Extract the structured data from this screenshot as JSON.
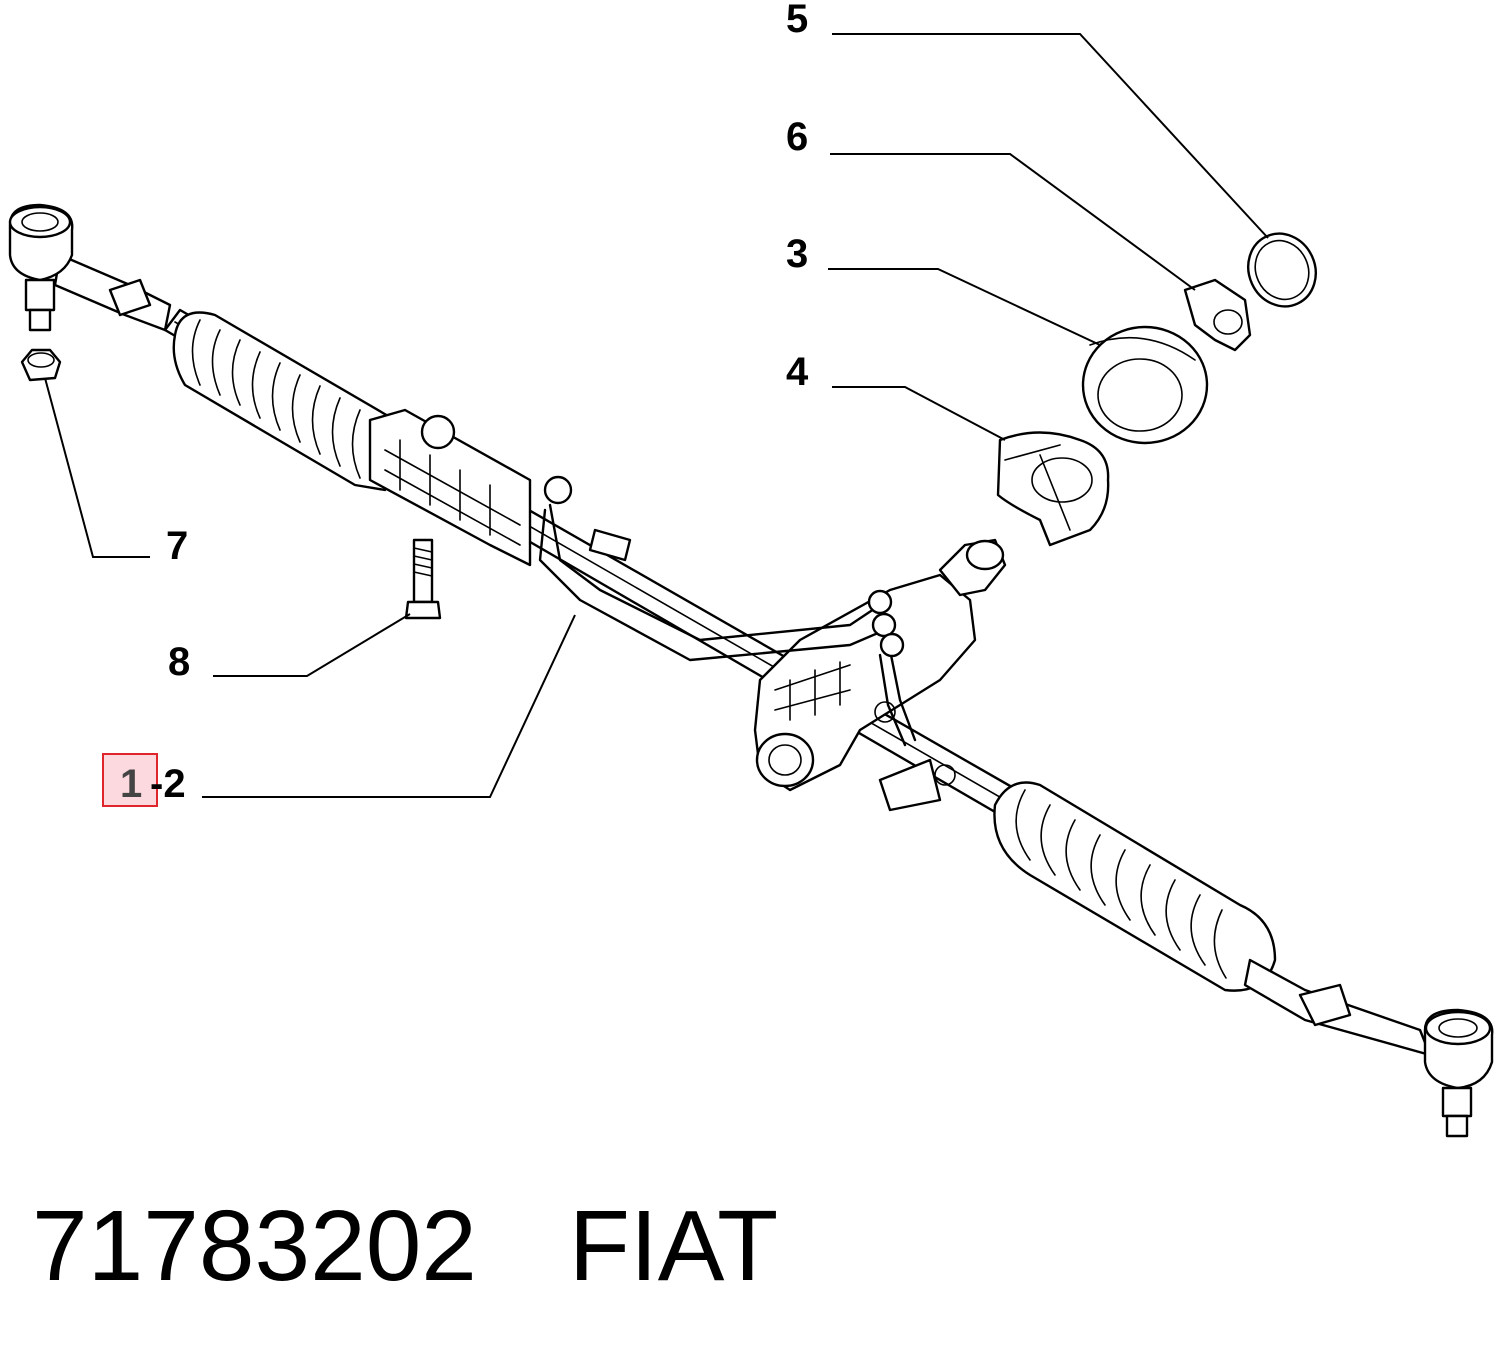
{
  "callouts": {
    "c5": "5",
    "c6": "6",
    "c3": "3",
    "c4": "4",
    "c7": "7",
    "c8": "8",
    "c1": "1",
    "c2": "-2"
  },
  "caption": {
    "part_number": "71783202",
    "brand": "FIAT"
  },
  "colors": {
    "highlight_fill": "#fbd9df",
    "highlight_stroke": "#e0242c",
    "ink": "#000000"
  }
}
